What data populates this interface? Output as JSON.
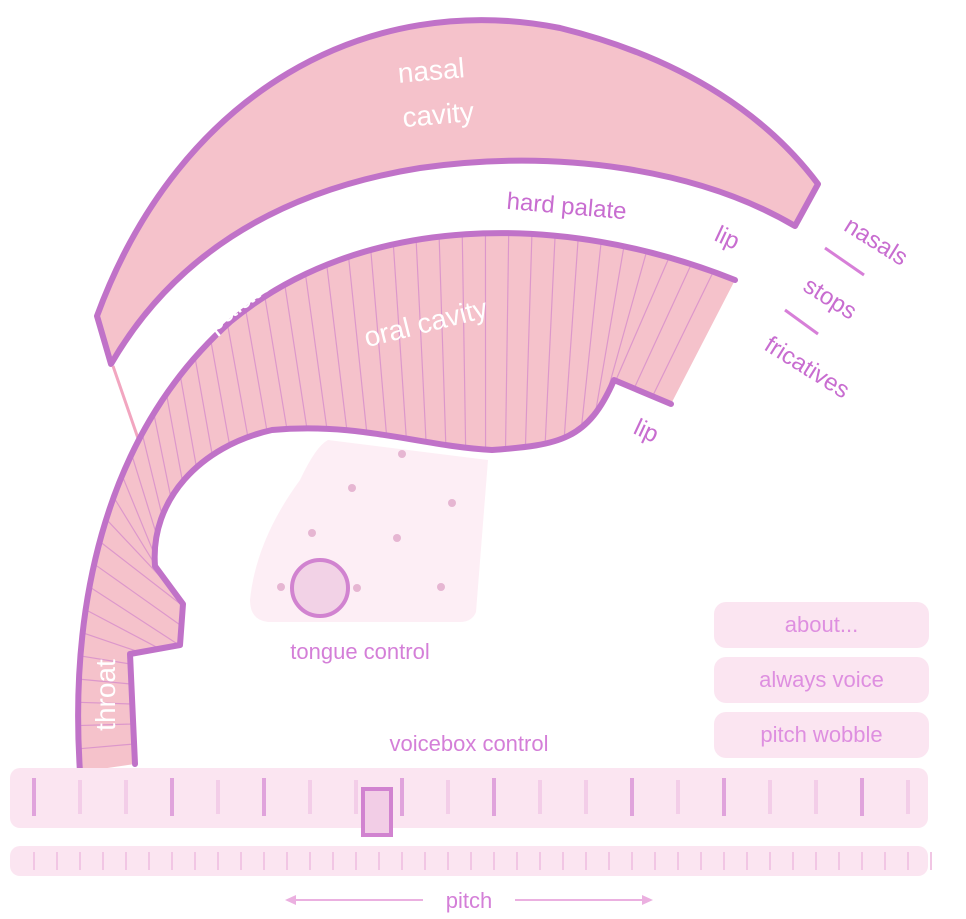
{
  "labels": {
    "nasal_cavity_line1": "nasal",
    "nasal_cavity_line2": "cavity",
    "hard_palate": "hard palate",
    "soft_palate": "soft palate",
    "oral_cavity": "oral cavity",
    "lip_upper": "lip",
    "lip_lower": "lip",
    "throat": "throat",
    "nasals": "nasals",
    "stops": "stops",
    "fricatives": "fricatives",
    "tongue_control": "tongue control",
    "voicebox_control": "voicebox control",
    "pitch": "pitch"
  },
  "buttons": {
    "about": "about...",
    "always_voice": "always voice",
    "pitch_wobble": "pitch wobble"
  },
  "colors": {
    "tract_fill": "#f5c2cb",
    "tract_outline": "#c072c8",
    "control_bg": "#fbe5f1",
    "label_purple": "#c86dd0"
  }
}
